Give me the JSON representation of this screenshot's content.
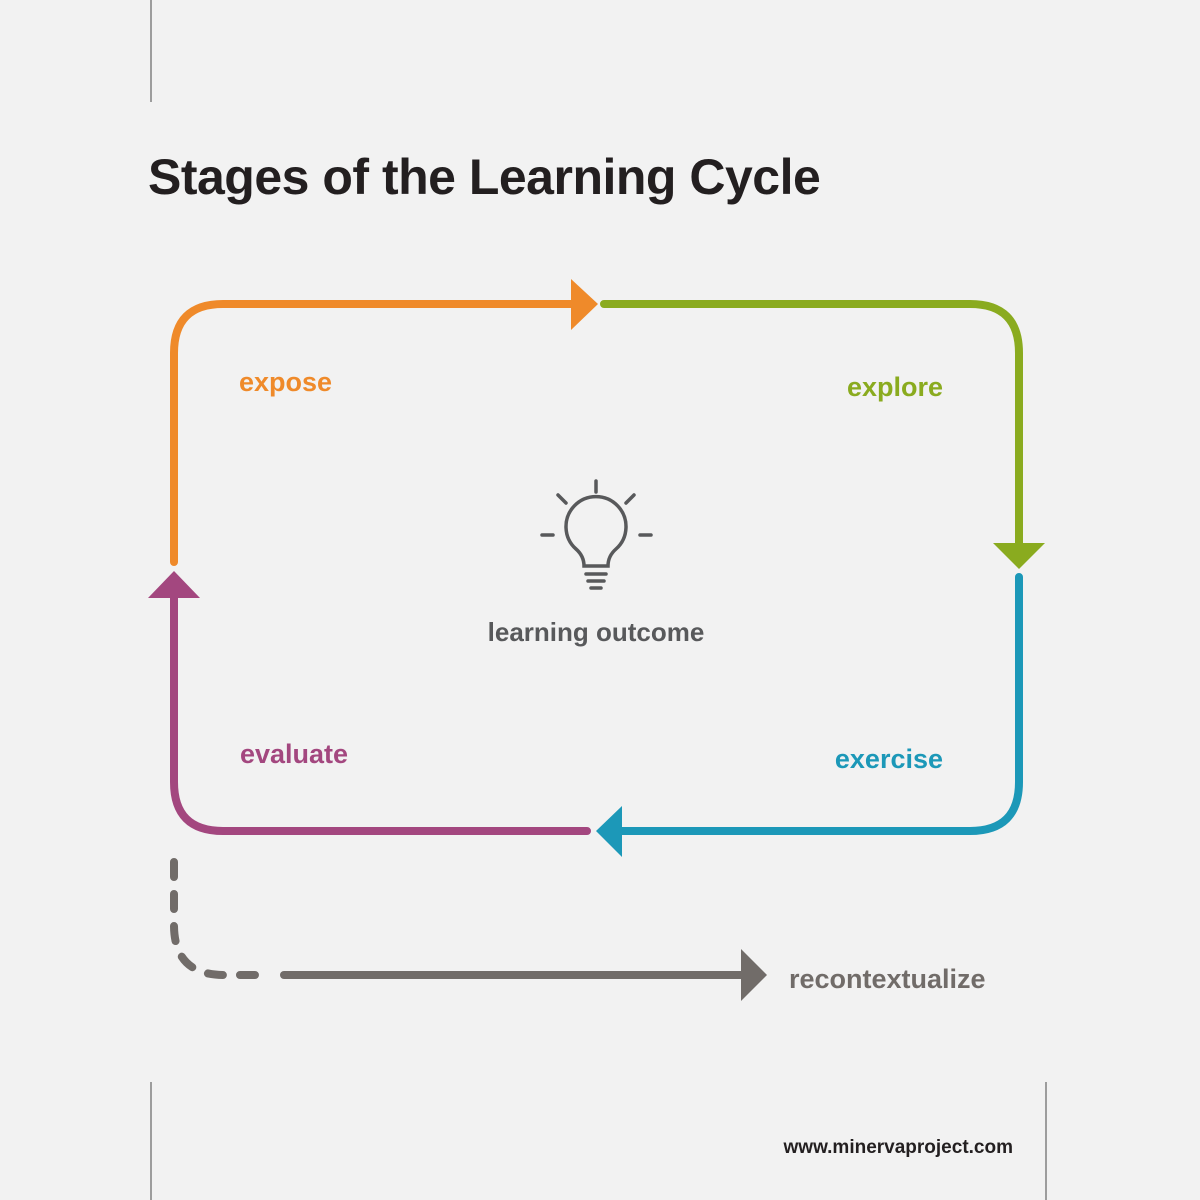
{
  "title": "Stages of the Learning Cycle",
  "center": {
    "label": "learning outcome",
    "icon": "lightbulb-icon"
  },
  "stages": {
    "expose": {
      "label": "expose",
      "color": "#ef8a2a"
    },
    "explore": {
      "label": "explore",
      "color": "#8aab1f"
    },
    "exercise": {
      "label": "exercise",
      "color": "#1c98b8"
    },
    "evaluate": {
      "label": "evaluate",
      "color": "#a3477f"
    }
  },
  "recontextualize": {
    "label": "recontextualize",
    "color": "#716c69"
  },
  "footer": {
    "url": "www.minervaproject.com"
  },
  "colors": {
    "background": "#f2f2f2",
    "title": "#231f20",
    "icon": "#58595b",
    "frame_lines": "#9d9d9d"
  }
}
